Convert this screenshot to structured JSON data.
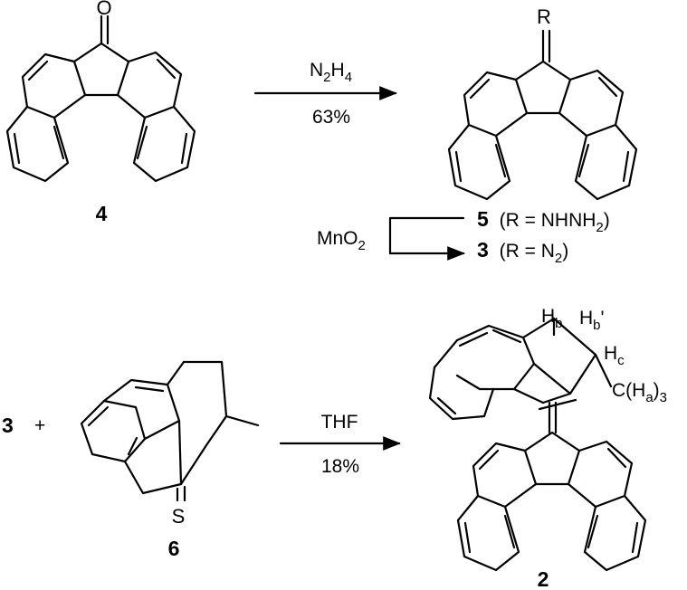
{
  "compounds": {
    "c4": {
      "label": "4",
      "atom_o": "O"
    },
    "c5": {
      "label": "5",
      "atom_r": "R",
      "desc": "(R = NHNH₂)"
    },
    "c3": {
      "label": "3",
      "desc": "(R = N₂)"
    },
    "c6": {
      "label": "6",
      "atom_s": "S"
    },
    "c2": {
      "label": "2",
      "hb": "H",
      "hb_sub": "b",
      "hbp": "H",
      "hbp_sub": "b",
      "hbp_prime": "'",
      "hc": "H",
      "hc_sub": "c",
      "me_pre": "C(H",
      "me_sub": "a",
      "me_post": ")",
      "me_count": "3"
    }
  },
  "reactions": {
    "r1": {
      "reagent": "N₂H₄",
      "yield": "63%"
    },
    "r2": {
      "reagent": "MnO₂"
    },
    "r3": {
      "reactant": "3",
      "plus": "+",
      "solvent": "THF",
      "yield": "18%"
    }
  }
}
